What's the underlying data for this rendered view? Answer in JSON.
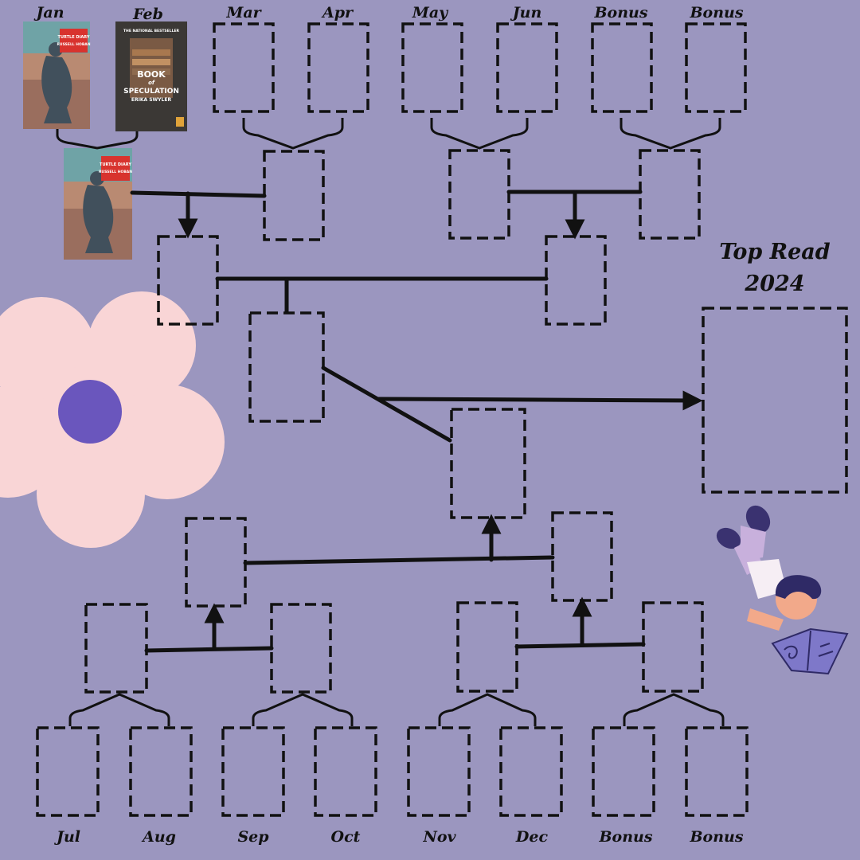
{
  "title": {
    "line1": "Top Read",
    "line2": "2024"
  },
  "top_labels": [
    "Jan",
    "Feb",
    "Mar",
    "Apr",
    "May",
    "Jun",
    "Bonus",
    "Bonus"
  ],
  "bottom_labels": [
    "Jul",
    "Aug",
    "Sep",
    "Oct",
    "Nov",
    "Dec",
    "Bonus",
    "Bonus"
  ],
  "covers": {
    "turtle": {
      "title": "TURTLE DIARY",
      "author": "RUSSELL HOBAN"
    },
    "book": {
      "kicker": "THE NATIONAL BESTSELLER",
      "title1": "BOOK",
      "of": "of",
      "title2": "SPECULATION",
      "author": "ERIKA SWYLER"
    }
  },
  "colors": {
    "background": "#9b96bf",
    "ink": "#111111",
    "flower_petal": "#f9d5d6",
    "flower_center": "#6a56bd"
  },
  "icons": [
    "flower-decoration-icon",
    "reading-girl-illustration",
    "arrow-icon"
  ]
}
